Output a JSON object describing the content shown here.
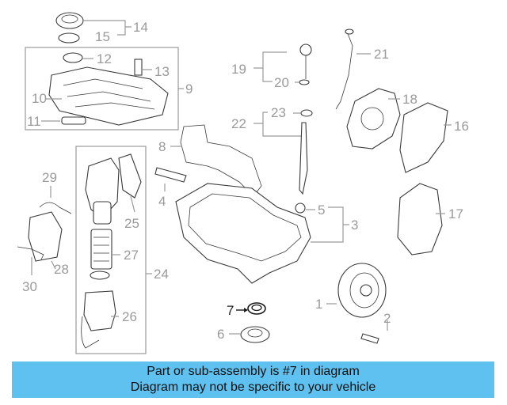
{
  "callouts": [
    "1",
    "2",
    "3",
    "4",
    "5",
    "6",
    "7",
    "8",
    "9",
    "10",
    "11",
    "12",
    "13",
    "14",
    "15",
    "16",
    "17",
    "18",
    "19",
    "20",
    "21",
    "22",
    "23",
    "24",
    "25",
    "26",
    "27",
    "28",
    "29",
    "30"
  ],
  "footer": {
    "line1": "Part or sub-assembly is #7 in diagram",
    "line2": "Diagram may not be specific to your vehicle"
  },
  "colors": {
    "banner": "#5ec1ef",
    "callout": "#9a9a9a",
    "highlight": "#1a8fd0"
  }
}
